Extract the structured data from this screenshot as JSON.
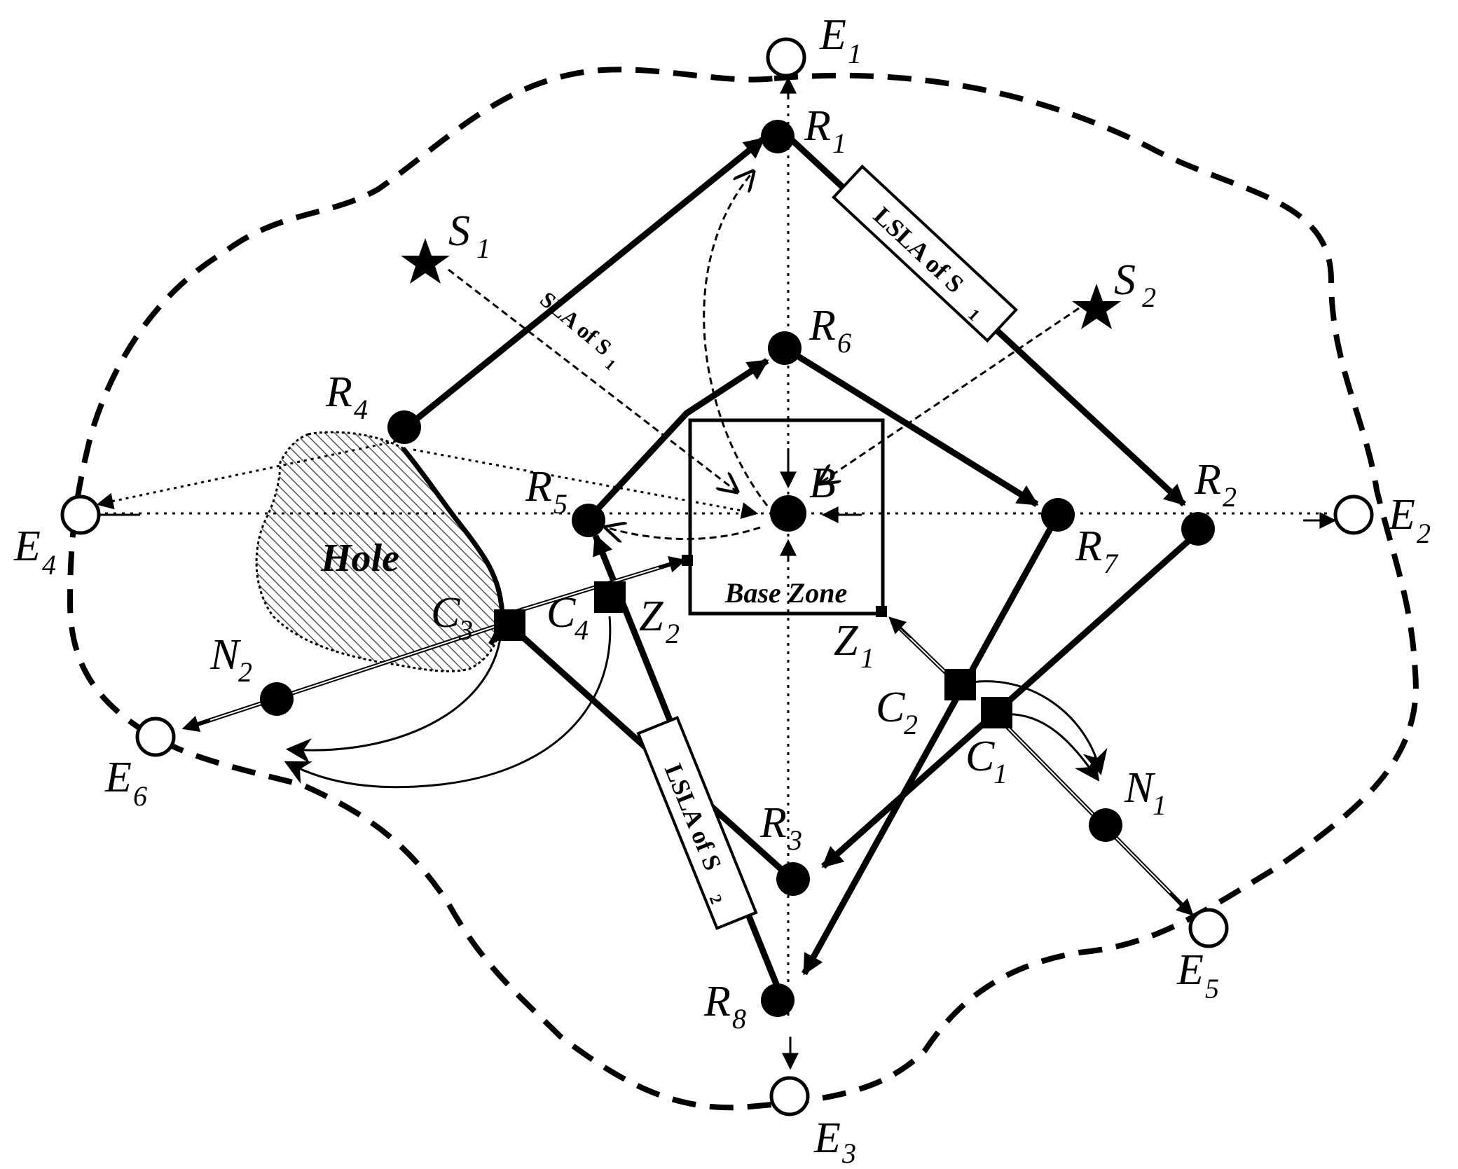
{
  "diagram": {
    "base": {
      "main": "B",
      "sub": ""
    },
    "relays": [
      {
        "id": "R1",
        "main": "R",
        "sub": "1"
      },
      {
        "id": "R2",
        "main": "R",
        "sub": "2"
      },
      {
        "id": "R3",
        "main": "R",
        "sub": "3"
      },
      {
        "id": "R4",
        "main": "R",
        "sub": "4"
      },
      {
        "id": "R5",
        "main": "R",
        "sub": "5"
      },
      {
        "id": "R6",
        "main": "R",
        "sub": "6"
      },
      {
        "id": "R7",
        "main": "R",
        "sub": "7"
      },
      {
        "id": "R8",
        "main": "R",
        "sub": "8"
      }
    ],
    "edge_nodes": [
      {
        "id": "E1",
        "main": "E",
        "sub": "1"
      },
      {
        "id": "E2",
        "main": "E",
        "sub": "2"
      },
      {
        "id": "E3",
        "main": "E",
        "sub": "3"
      },
      {
        "id": "E4",
        "main": "E",
        "sub": "4"
      },
      {
        "id": "E5",
        "main": "E",
        "sub": "5"
      },
      {
        "id": "E6",
        "main": "E",
        "sub": "6"
      }
    ],
    "sources": [
      {
        "id": "S1",
        "main": "S",
        "sub": "1"
      },
      {
        "id": "S2",
        "main": "S",
        "sub": "2"
      }
    ],
    "corners": [
      {
        "id": "C1",
        "main": "C",
        "sub": "1"
      },
      {
        "id": "C2",
        "main": "C",
        "sub": "2"
      },
      {
        "id": "C3",
        "main": "C",
        "sub": "3"
      },
      {
        "id": "C4",
        "main": "C",
        "sub": "4"
      }
    ],
    "nodes": [
      {
        "id": "N1",
        "main": "N",
        "sub": "1"
      },
      {
        "id": "N2",
        "main": "N",
        "sub": "2"
      }
    ],
    "zones": [
      {
        "id": "Z1",
        "main": "Z",
        "sub": "1"
      },
      {
        "id": "Z2",
        "main": "Z",
        "sub": "2"
      }
    ],
    "hole_label": "Hole",
    "base_zone_label": "Base Zone",
    "lsla_s1": {
      "text": "LSLA of S",
      "sub": "1"
    },
    "lsla_s2": {
      "text": "LSLA of S",
      "sub": "2"
    },
    "sla_s1": {
      "text": "SLA of S",
      "sub": "1"
    }
  }
}
